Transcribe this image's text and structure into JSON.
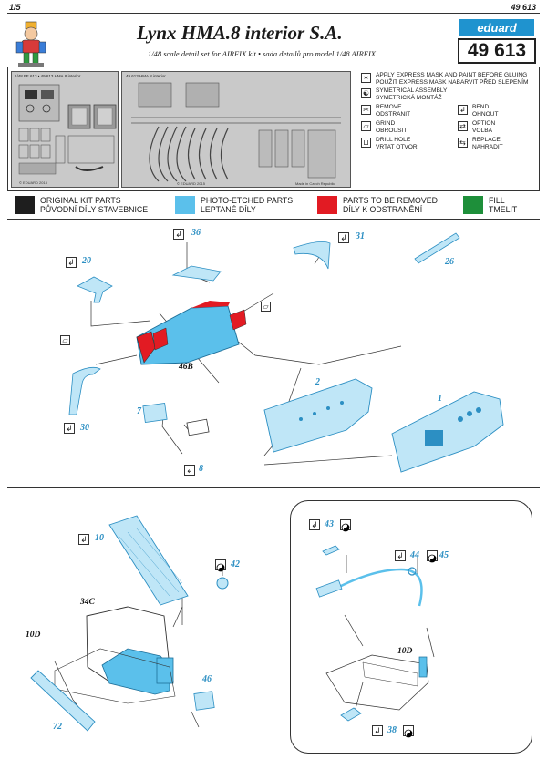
{
  "header": {
    "page_number": "1/5",
    "kit_code_top": "49 613",
    "title": "Lynx HMA.8 interior S.A.",
    "subtitle": "1/48 scale detail set for AIRFIX kit  •  sada detailů pro model 1/48 AIRFIX",
    "brand": "eduard",
    "kit_number": "49 613"
  },
  "fret": {
    "left_label": "1/48   FE 613 • 49 613 HMA.8 interior",
    "right_label": "49 613 HMA.8 interior"
  },
  "symbols": {
    "express_mask": "APPLY EXPRESS MASK AND PAINT BEFORE GLUING",
    "express_mask_cz": "POUŽIT EXPRESS MASK NABARVIT PŘED SLEPENÍM",
    "symmetrical": "SYMETRICAL ASSEMBLY",
    "symmetrical_cz": "SYMETRICKÁ MONTÁŽ",
    "remove": "REMOVE",
    "remove_cz": "ODSTRANIT",
    "bend": "BEND",
    "bend_cz": "OHNOUT",
    "grind": "GRIND",
    "grind_cz": "OBROUSIT",
    "option": "OPTION",
    "option_cz": "VOLBA",
    "drill": "DRILL HOLE",
    "drill_cz": "VRTAT OTVOR",
    "replace": "REPLACE",
    "replace_cz": "NAHRADIT"
  },
  "legend": [
    {
      "en": "ORIGINAL KIT PARTS",
      "cz": "PŮVODNÍ DÍLY STAVEBNICE",
      "color": "#1e1e1e"
    },
    {
      "en": "PHOTO-ETCHED PARTS",
      "cz": "LEPTANÉ DÍLY",
      "color": "#5bc0eb"
    },
    {
      "en": "PARTS TO BE REMOVED",
      "cz": "DÍLY K ODSTRANĚNÍ",
      "color": "#e21b23"
    },
    {
      "en": "FILL",
      "cz": "TMELIT",
      "color": "#1e8f3a"
    }
  ],
  "colors": {
    "pe_blue": "#5bc0eb",
    "pe_blue_dark": "#2c8fc3",
    "remove_red": "#e21b23",
    "line": "#333333"
  },
  "section1": {
    "parts": {
      "p36": "36",
      "p31": "31",
      "p26": "26",
      "p20": "20",
      "p30": "30",
      "p7": "7",
      "p8": "8",
      "p2": "2",
      "p1": "1"
    },
    "kit_ref_46b": "46B"
  },
  "section2": {
    "parts": {
      "p10": "10",
      "p42": "42",
      "p46": "46",
      "p72": "72"
    },
    "kit_ref_34c": "34C",
    "kit_ref_10d": "10D"
  },
  "section3": {
    "parts": {
      "p43": "43",
      "p44": "44",
      "p45": "45",
      "p38": "38"
    },
    "kit_ref_10d": "10D"
  }
}
